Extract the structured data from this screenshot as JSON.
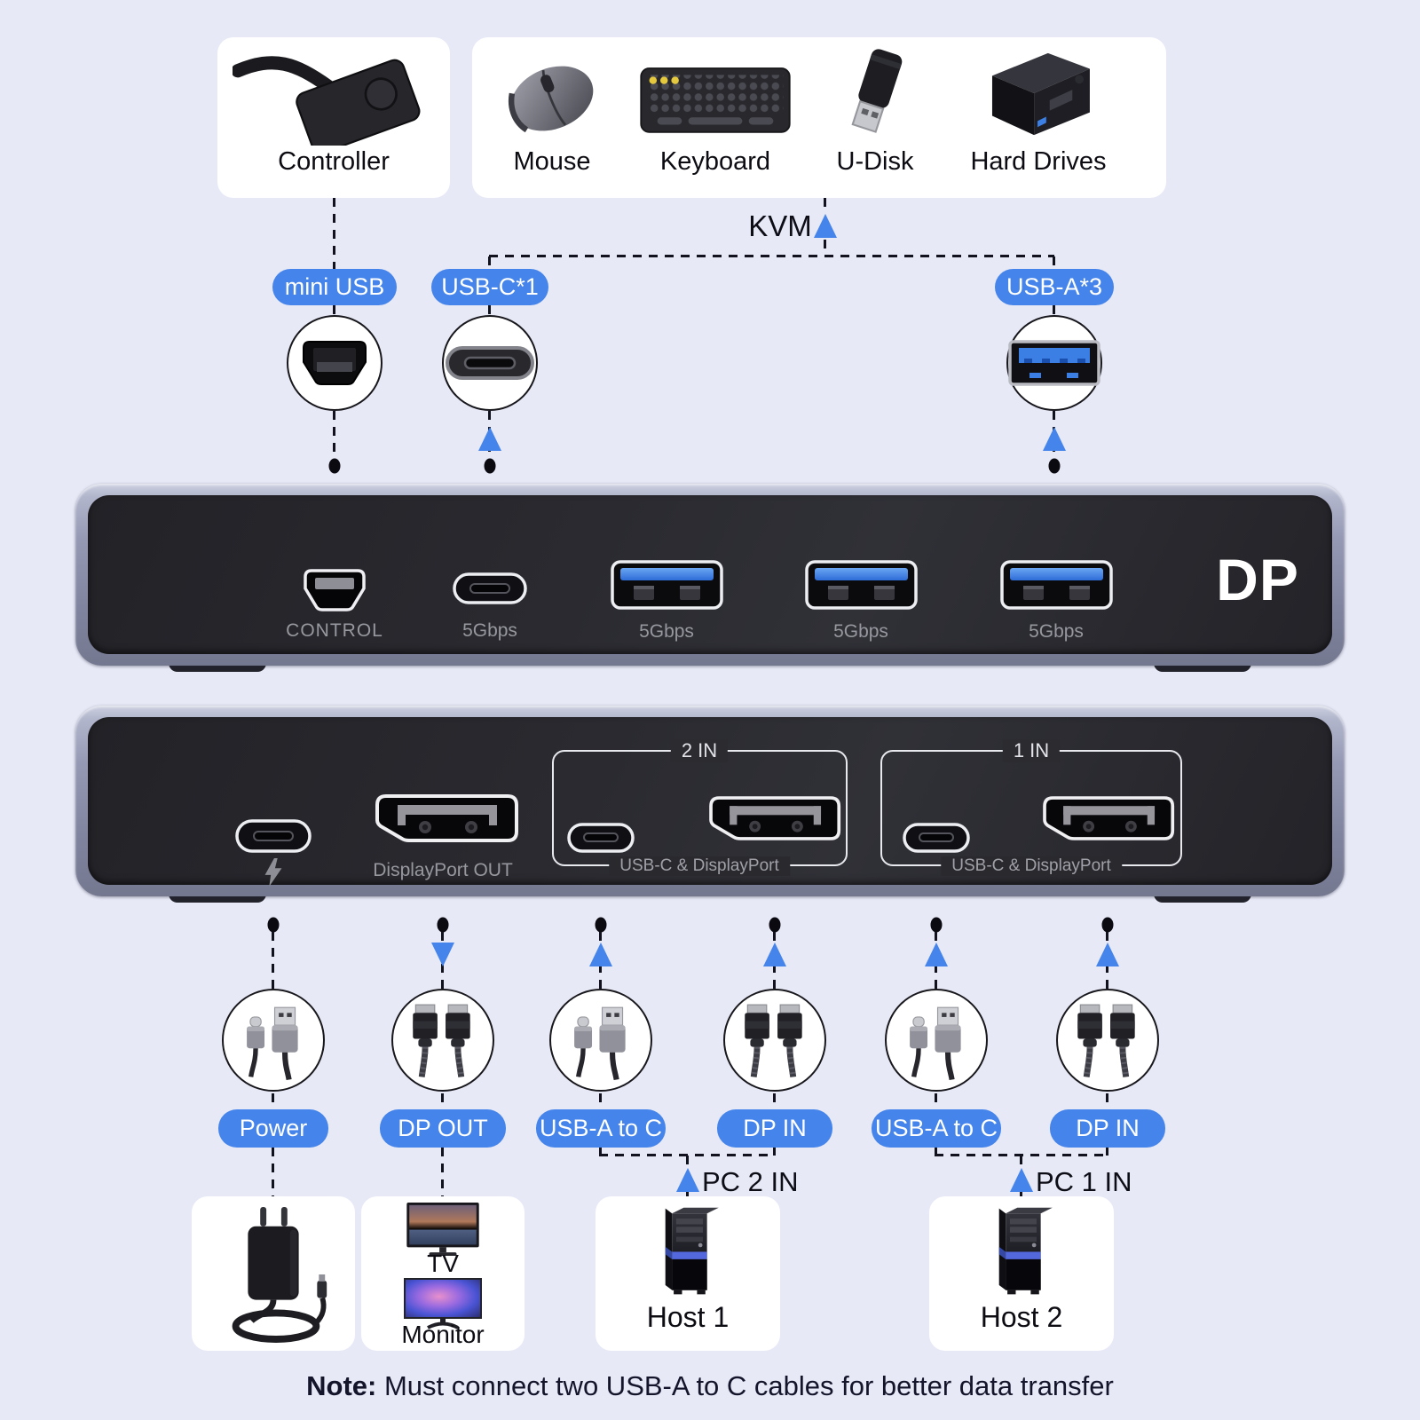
{
  "colors": {
    "accent": "#4584ea",
    "background": "#e7e9f7",
    "panel_label_gray": "#97979f",
    "ink": "#14142a"
  },
  "top_cards": {
    "controller": {
      "label": "Controller"
    },
    "peripherals": {
      "items": [
        {
          "label": "Mouse"
        },
        {
          "label": "Keyboard"
        },
        {
          "label": "U-Disk"
        },
        {
          "label": "Hard Drives"
        }
      ]
    }
  },
  "kvm": {
    "label": "KVM"
  },
  "callouts": {
    "mini_usb": {
      "label": "mini USB"
    },
    "usb_c": {
      "label": "USB-C*1"
    },
    "usb_a": {
      "label": "USB-A*3"
    }
  },
  "front_panel": {
    "control_port_label": "CONTROL",
    "usb_c_speed": "5Gbps",
    "usb_a_speeds": [
      "5Gbps",
      "5Gbps",
      "5Gbps"
    ],
    "brand": "DP"
  },
  "rear_panel": {
    "dp_out_label": "DisplayPort OUT",
    "group_2in": {
      "title": "2 IN",
      "caption": "USB-C & DisplayPort"
    },
    "group_1in": {
      "title": "1 IN",
      "caption": "USB-C & DisplayPort"
    }
  },
  "cable_callouts": {
    "power": {
      "label": "Power"
    },
    "dp_out": {
      "label": "DP OUT"
    },
    "usb_a_to_c_2": {
      "label": "USB-A to C"
    },
    "dp_in_2": {
      "label": "DP IN"
    },
    "usb_a_to_c_1": {
      "label": "USB-A to C"
    },
    "dp_in_1": {
      "label": "DP IN"
    }
  },
  "pc_inputs": {
    "pc2": {
      "label": "PC 2 IN"
    },
    "pc1": {
      "label": "PC 1 IN"
    }
  },
  "bottom_cards": {
    "display": {
      "tv": "TV",
      "monitor": "Monitor"
    },
    "host1": {
      "label": "Host 1"
    },
    "host2": {
      "label": "Host 2"
    }
  },
  "note": {
    "prefix": "Note:",
    "text": "Must connect two USB-A to C cables for better data transfer"
  }
}
